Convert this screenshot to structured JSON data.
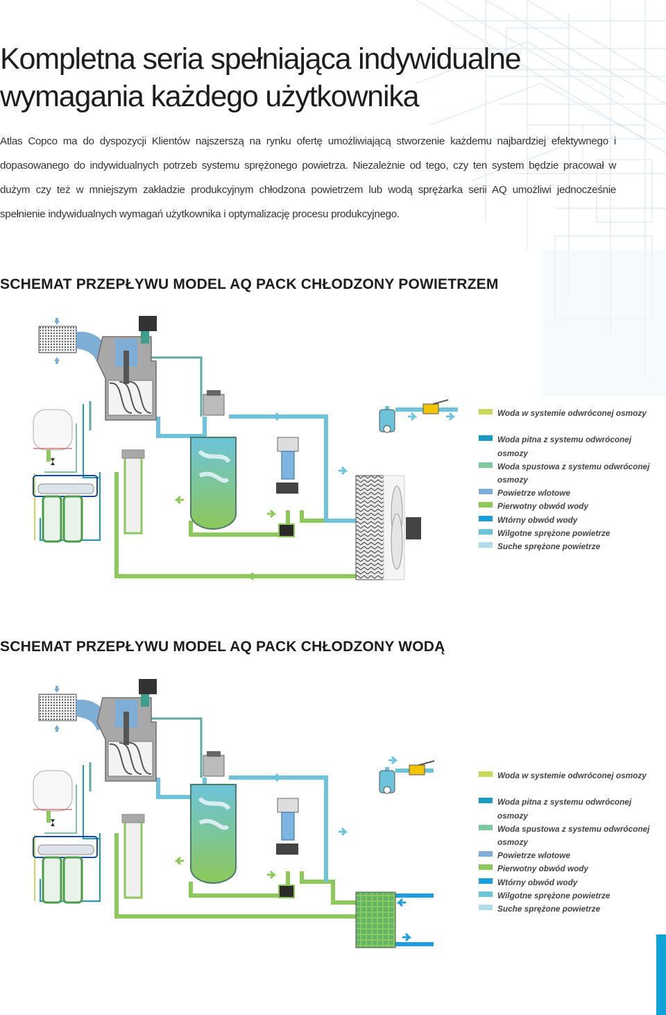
{
  "heading": {
    "line1": "Kompletna seria spełniająca indywidualne",
    "line2": "wymagania każdego użytkownika"
  },
  "intro": "Atlas Copco ma do dyspozycji Klientów najszerszą na rynku ofertę umożliwiającą stworzenie każdemu najbardziej efektywnego i dopasowanego do indywidualnych potrzeb systemu sprężonego powietrza. Niezależnie od tego, czy ten system będzie pracował w dużym czy też w mniejszym zakładzie produkcyjnym chłodzona powietrzem lub wodą sprężarka serii AQ umożliwi jednocześnie spełnienie indywidualnych wymagań użytkownika i optymalizację procesu produkcyjnego.",
  "sections": [
    {
      "title": "SCHEMAT PRZEPŁYWU MODEL AQ PACK CHŁODZONY POWIETRZEM",
      "legend": [
        {
          "label": "Woda w systemie odwróconej osmozy",
          "color": "#c9d85a"
        },
        {
          "label": "Woda pitna z systemu odwróconej osmozy",
          "color": "#1a9ac2"
        },
        {
          "label": "Woda spustowa z systemu odwróconej osmozy",
          "color": "#7dc8a0"
        },
        {
          "label": "Powietrze wlotowe",
          "color": "#7eaed6"
        },
        {
          "label": "Pierwotny obwód wody",
          "color": "#8dc85a"
        },
        {
          "label": "Wtórny obwód wody",
          "color": "#1c9de0"
        },
        {
          "label": "Wilgotne sprężone powietrze",
          "color": "#6cc3da"
        },
        {
          "label": "Suche sprężone powietrze",
          "color": "#afdcea"
        }
      ]
    },
    {
      "title": "SCHEMAT PRZEPŁYWU MODEL AQ PACK CHŁODZONY WODĄ",
      "legend": [
        {
          "label": "Woda w systemie odwróconej osmozy",
          "color": "#c9d85a"
        },
        {
          "label": "Woda pitna z systemu odwróconej osmozy",
          "color": "#1a9ac2"
        },
        {
          "label": "Woda spustowa z systemu odwróconej osmozy",
          "color": "#7dc8a0"
        },
        {
          "label": "Powietrze wlotowe",
          "color": "#7eaed6"
        },
        {
          "label": "Pierwotny obwód wody",
          "color": "#8dc85a"
        },
        {
          "label": "Wtórny obwód wody",
          "color": "#1c9de0"
        },
        {
          "label": "Wilgotne sprężone powietrze",
          "color": "#6cc3da"
        },
        {
          "label": "Suche sprężone powietrze",
          "color": "#afdcea"
        }
      ]
    }
  ],
  "colors": {
    "primary_water": "#8dc85a",
    "secondary_water": "#1c9de0",
    "humid_air": "#6cc3da",
    "dry_air": "#afdcea",
    "intake_air": "#7eaed6",
    "ro_water": "#c9d85a",
    "ro_drinking": "#1a9ac2",
    "ro_drain": "#7dc8a0",
    "casing_grey": "#a8a8a8",
    "accent_tab": "#0fa3d8"
  }
}
